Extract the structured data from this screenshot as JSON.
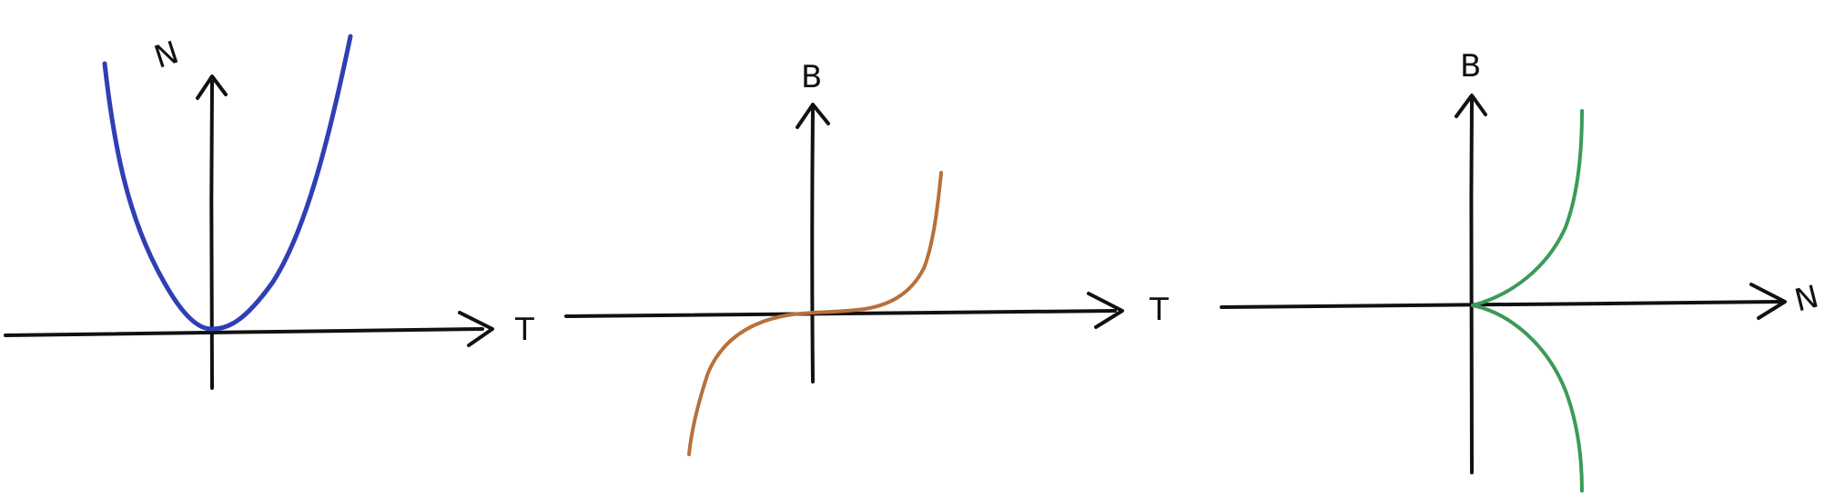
{
  "colors": {
    "ink": "#111111",
    "blue_curve": "#2f3fb4",
    "orange_curve": "#b8703a",
    "green_curve": "#3c9a57"
  },
  "panels": [
    {
      "id": "panel-1",
      "horizontal_axis_label": "T",
      "vertical_axis_label": "N",
      "curve_shape": "parabola opening upward, vertex at origin",
      "curve_color": "blue_curve"
    },
    {
      "id": "panel-2",
      "horizontal_axis_label": "T",
      "vertical_axis_label": "B",
      "curve_shape": "cubic through origin, flat near origin, rising right, falling left",
      "curve_color": "orange_curve"
    },
    {
      "id": "panel-3",
      "horizontal_axis_label": "N",
      "vertical_axis_label": "B",
      "curve_shape": "two branches from origin to the right, one curving up, one curving down",
      "curve_color": "green_curve"
    }
  ]
}
